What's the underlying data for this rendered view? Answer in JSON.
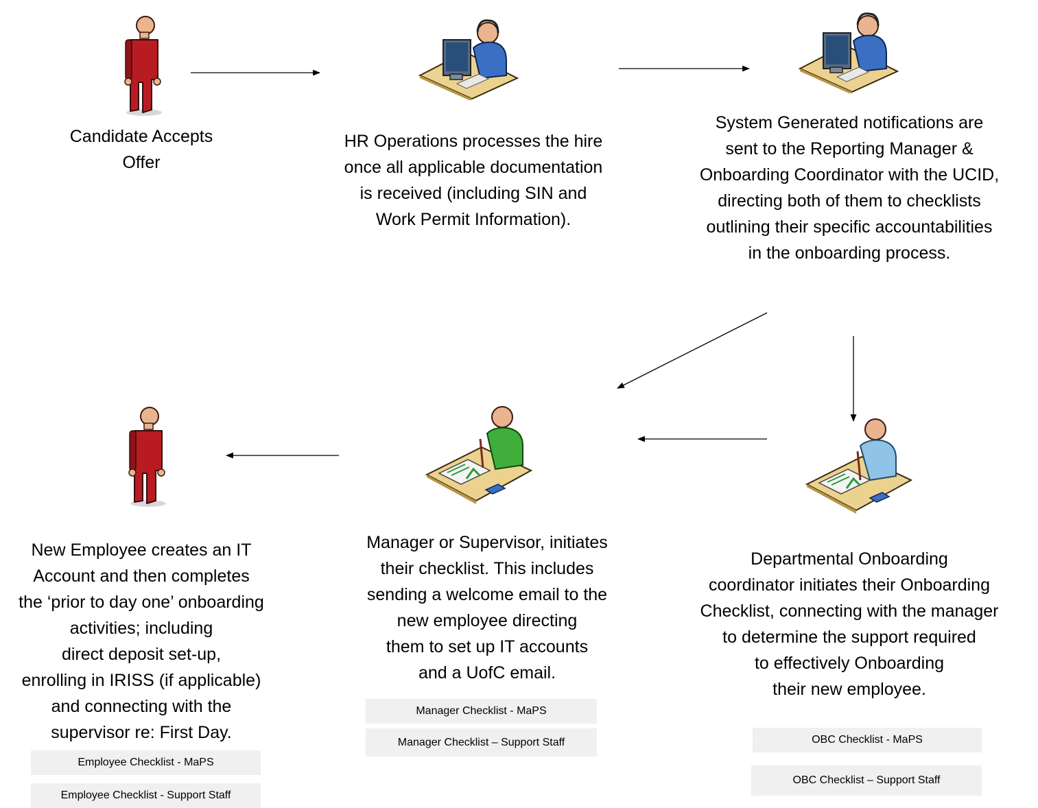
{
  "steps": {
    "candidate": {
      "icon": "standing-person-icon",
      "lines": [
        "Candidate Accepts",
        "Offer"
      ]
    },
    "hr": {
      "icon": "person-at-computer-icon",
      "lines": [
        "HR Operations processes the hire",
        "once all applicable documentation",
        "is received (including SIN and",
        "Work Permit Information)."
      ]
    },
    "system": {
      "icon": "person-at-computer-icon",
      "lines": [
        "System Generated notifications are",
        "sent to the Reporting Manager &",
        "Onboarding Coordinator with the UCID,",
        "directing  both of them to checklists",
        "outlining their specific accountabilities",
        "in the onboarding process."
      ]
    },
    "obc": {
      "icon": "person-at-desk-with-checklist-icon",
      "lines": [
        "Departmental Onboarding",
        "coordinator initiates their Onboarding",
        "Checklist, connecting with the manager",
        "to determine the support required",
        "to effectively Onboarding",
        "their new employee."
      ]
    },
    "manager": {
      "icon": "person-at-desk-with-checklist-icon",
      "lines": [
        "Manager or Supervisor, initiates",
        "their checklist. This includes",
        "sending a welcome email to the",
        "new employee directing",
        "them to set up IT accounts",
        "and a UofC email."
      ]
    },
    "employee": {
      "icon": "standing-person-icon",
      "lines": [
        "New Employee creates an  IT",
        "Account and then completes",
        "the ‘prior to day one’ onboarding",
        "activities; including",
        "direct deposit set-up,",
        "enrolling in IRISS (if applicable)",
        "and connecting with the",
        "supervisor re: First Day."
      ]
    }
  },
  "checklists": {
    "employee": [
      "Employee Checklist - MaPS",
      "Employee Checklist - Support Staff"
    ],
    "manager": [
      "Manager Checklist - MaPS",
      "Manager Checklist – Support Staff"
    ],
    "obc": [
      "OBC Checklist - MaPS",
      "OBC Checklist – Support Staff"
    ]
  },
  "colors": {
    "candidate_body": "#b81c22",
    "hr_shirt": "#3a6fc4",
    "manager_shirt": "#3fae3a",
    "obc_shirt": "#8fc3e8",
    "desk": "#ecd28f",
    "checklist_button_bg": "#f0f0f0"
  }
}
